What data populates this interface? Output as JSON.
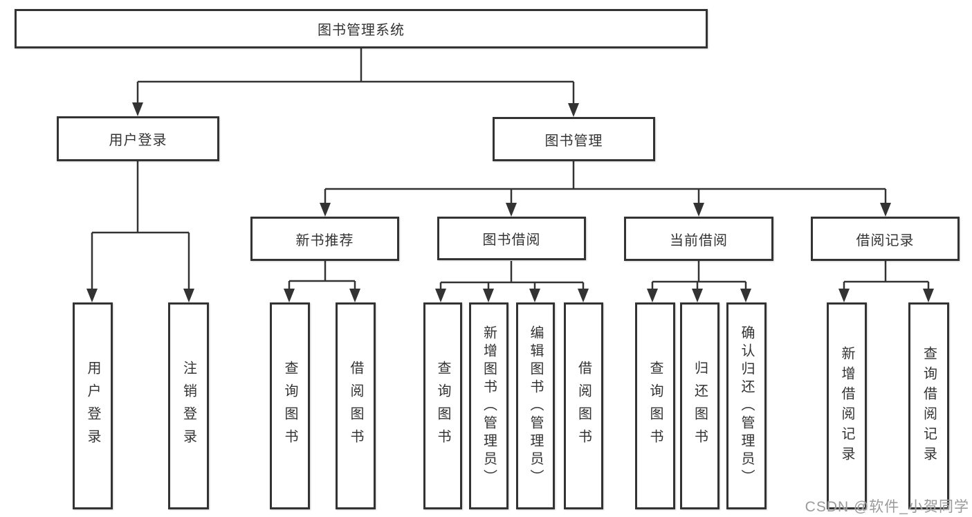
{
  "tree": {
    "root": {
      "label": "图书管理系统"
    },
    "level2": [
      {
        "label": "用户登录"
      },
      {
        "label": "图书管理"
      }
    ],
    "level3": [
      {
        "label": "新书推荐"
      },
      {
        "label": "图书借阅"
      },
      {
        "label": "当前借阅"
      },
      {
        "label": "借阅记录"
      }
    ],
    "leaves": [
      {
        "label": "用户登录"
      },
      {
        "label": "注销登录"
      },
      {
        "label": "查询图书"
      },
      {
        "label": "借阅图书"
      },
      {
        "label": "查询图书"
      },
      {
        "label": "新增图书（管理员）"
      },
      {
        "label": "编辑图书（管理员）"
      },
      {
        "label": "借阅图书"
      },
      {
        "label": "查询图书"
      },
      {
        "label": "归还图书"
      },
      {
        "label": "确认归还（管理员）"
      },
      {
        "label": "新增借阅记录"
      },
      {
        "label": "查询借阅记录"
      }
    ]
  },
  "watermark": "CSDN @软件_小贺同学",
  "colors": {
    "line": "#333333",
    "text": "#333333",
    "box_background": "#ffffff",
    "watermark": "#9a9a9a"
  }
}
